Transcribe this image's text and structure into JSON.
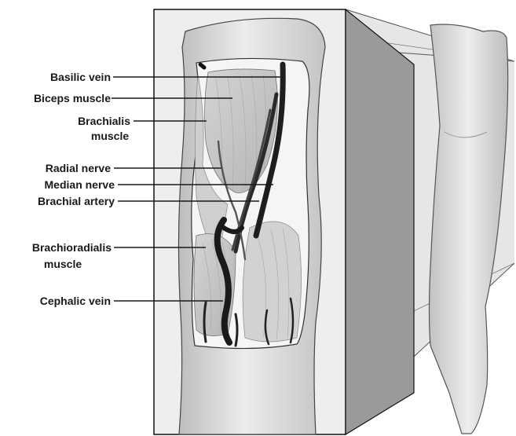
{
  "diagram": {
    "labels": {
      "basilic_vein": "Basilic vein",
      "biceps_muscle": "Biceps muscle",
      "brachialis_line1": "Brachialis",
      "brachialis_line2": "muscle",
      "radial_nerve": "Radial nerve",
      "median_nerve": "Median nerve",
      "brachial_artery": "Brachial artery",
      "brachioradialis_line1": "Brachioradialis",
      "brachioradialis_line2": "muscle",
      "cephalic_vein": "Cephalic vein"
    }
  }
}
